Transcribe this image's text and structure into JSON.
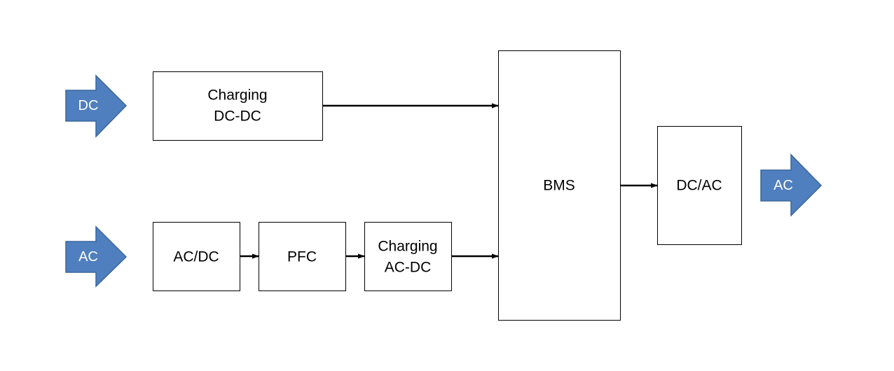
{
  "colors": {
    "block_arrow_fill": "#4f7fbf",
    "block_arrow_stroke": "#3a6699",
    "box_stroke": "#000000",
    "connector": "#000000"
  },
  "inputs": {
    "dc": "DC",
    "ac": "AC"
  },
  "output": {
    "ac": "AC"
  },
  "blocks": {
    "charging_dc_dc": [
      "Charging",
      "DC-DC"
    ],
    "ac_dc": "AC/DC",
    "pfc": "PFC",
    "charging_ac_dc": [
      "Charging",
      "AC-DC"
    ],
    "bms": "BMS",
    "dc_ac": "DC/AC"
  }
}
